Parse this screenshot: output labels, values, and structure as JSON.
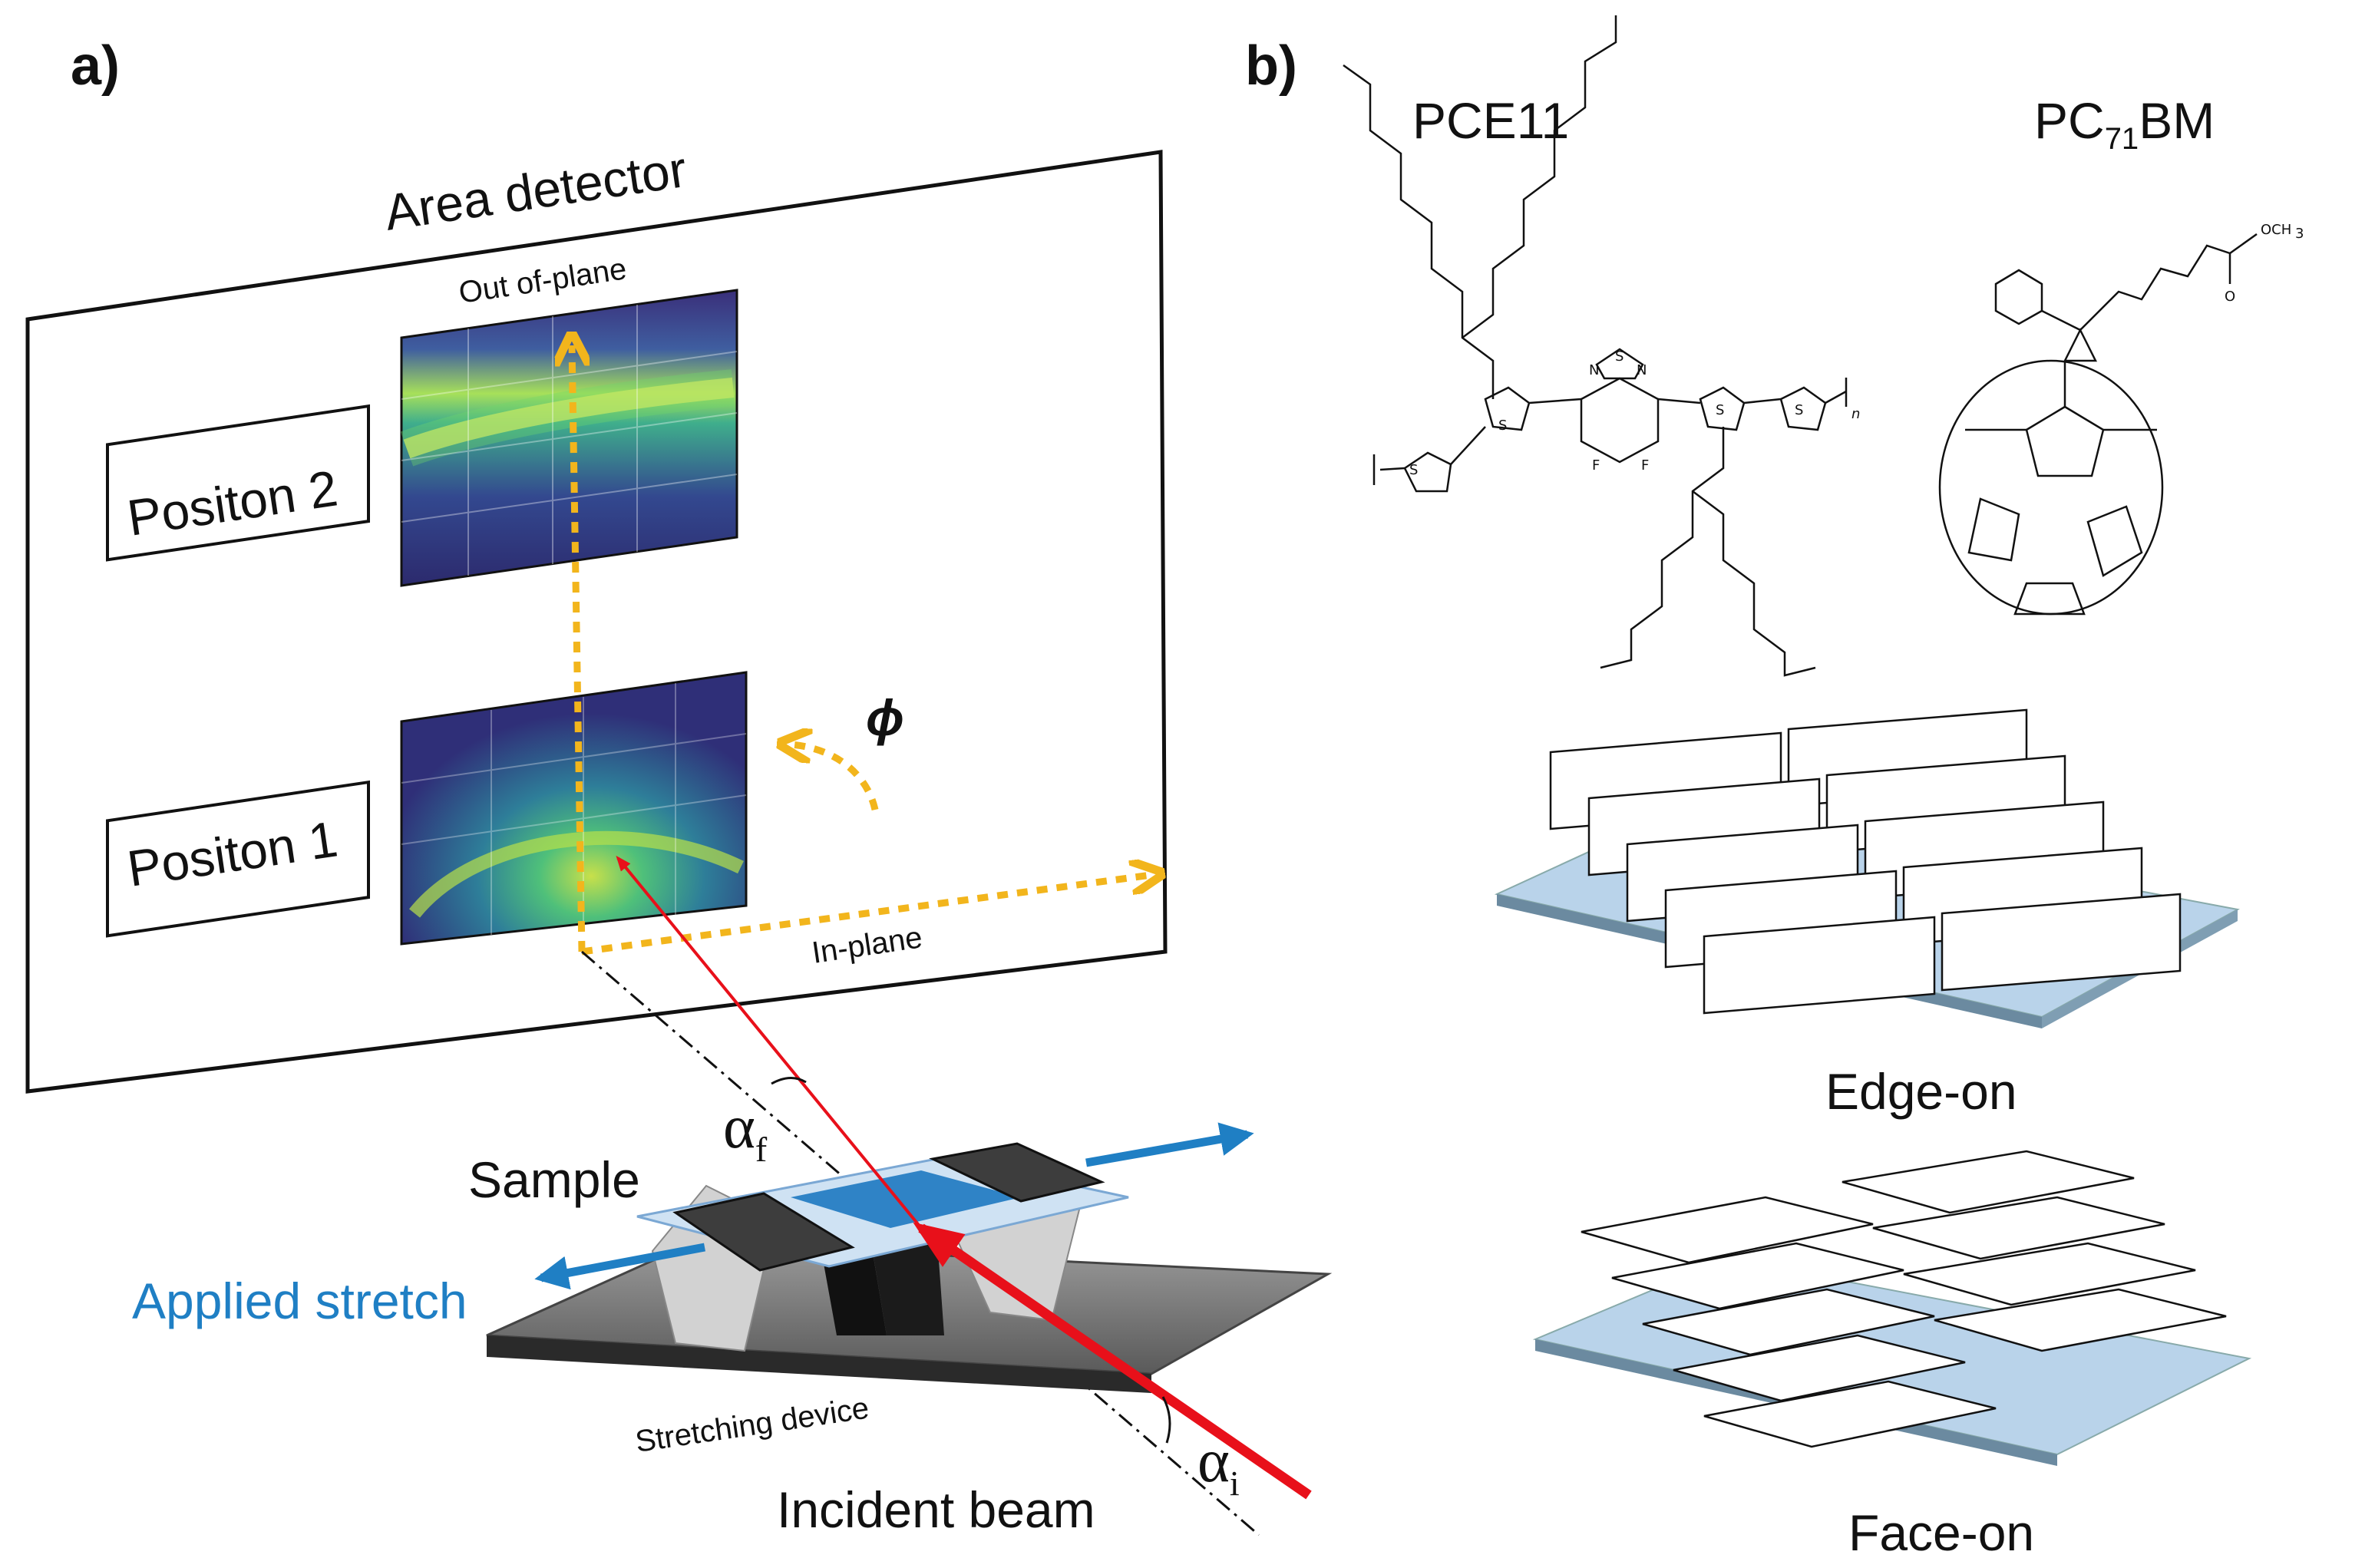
{
  "panel_a": {
    "label": "a)",
    "detector_title": "Area detector",
    "out_of_plane": "Out of-plane",
    "in_plane": "In-plane",
    "position2": "Positon 2",
    "position1": "Positon 1",
    "phi": "ϕ",
    "alpha_f": "α",
    "alpha_f_sub": "f",
    "alpha_i": "α",
    "alpha_i_sub": "i",
    "sample": "Sample",
    "applied_stretch": "Applied stretch",
    "stretching_device": "Stretching device",
    "incident_beam": "Incident beam"
  },
  "panel_b": {
    "label": "b)",
    "polymer_name": "PCE11",
    "fullerene_name_prefix": "PC",
    "fullerene_name_sub": "71",
    "fullerene_name_suffix": "BM",
    "methyl_ester": "OCH",
    "methyl_ester_sub": "3",
    "atom_s": "S",
    "atom_n": "N",
    "atom_f": "F",
    "atom_o": "O",
    "repeat_n": "n",
    "edge_on": "Edge-on",
    "face_on": "Face-on"
  },
  "colors": {
    "beam": "#e8101a",
    "guide_arrows": "#f2b51c",
    "stretch": "#1f7fc4",
    "substrate": "#b9d3ea",
    "sample_film": "#2f83c6",
    "detector_bg": "#3b3d8a"
  }
}
